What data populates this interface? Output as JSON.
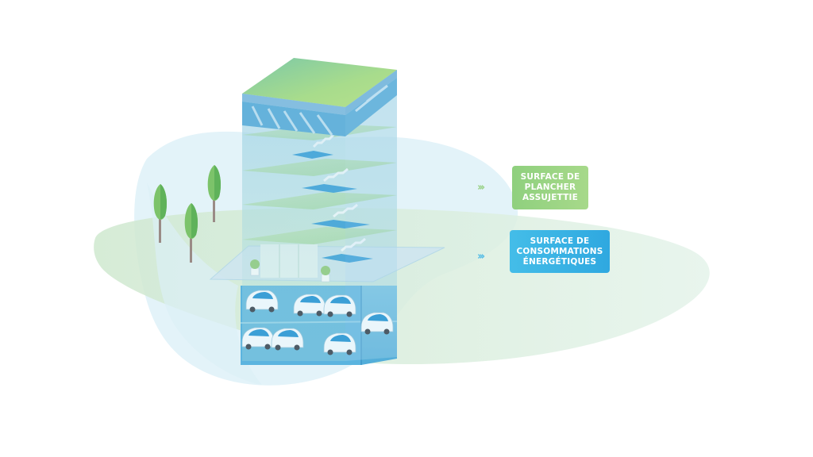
{
  "labels": {
    "plancher": {
      "lines": [
        "SURFACE DE",
        "PLANCHER",
        "ASSUJETTIE"
      ],
      "color": "#9bd28a"
    },
    "energie": {
      "lines": [
        "SURFACE DE",
        "CONSOMMATIONS",
        "ÉNERGÉTIQUES"
      ],
      "color": "#3fb4e6"
    }
  },
  "arrows": {
    "plancher": "›››",
    "energie": "›››"
  },
  "colors": {
    "ground_green": "#d4ecd8",
    "ground_blue": "#e3f3f9",
    "roof_green": "#a8dc8c",
    "glass_blue": "#b9def0",
    "floor_green": "#b6dea0",
    "stair_blue": "#2b98d6",
    "car_white": "#eaf6fb",
    "tree_green": "#7cc36a",
    "trunk": "#9a8b86"
  },
  "icons": [
    "tree-icon",
    "car-icon",
    "stair-icon",
    "plant-icon",
    "chevron-right-icon"
  ]
}
